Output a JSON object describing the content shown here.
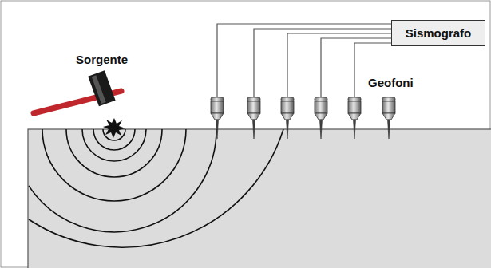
{
  "diagram": {
    "nodes": [
      {
        "text": [
          "Sismografo"
        ]
      }
    ],
    "labels": [
      "Sorgente",
      "Geofoni"
    ]
  }
}
